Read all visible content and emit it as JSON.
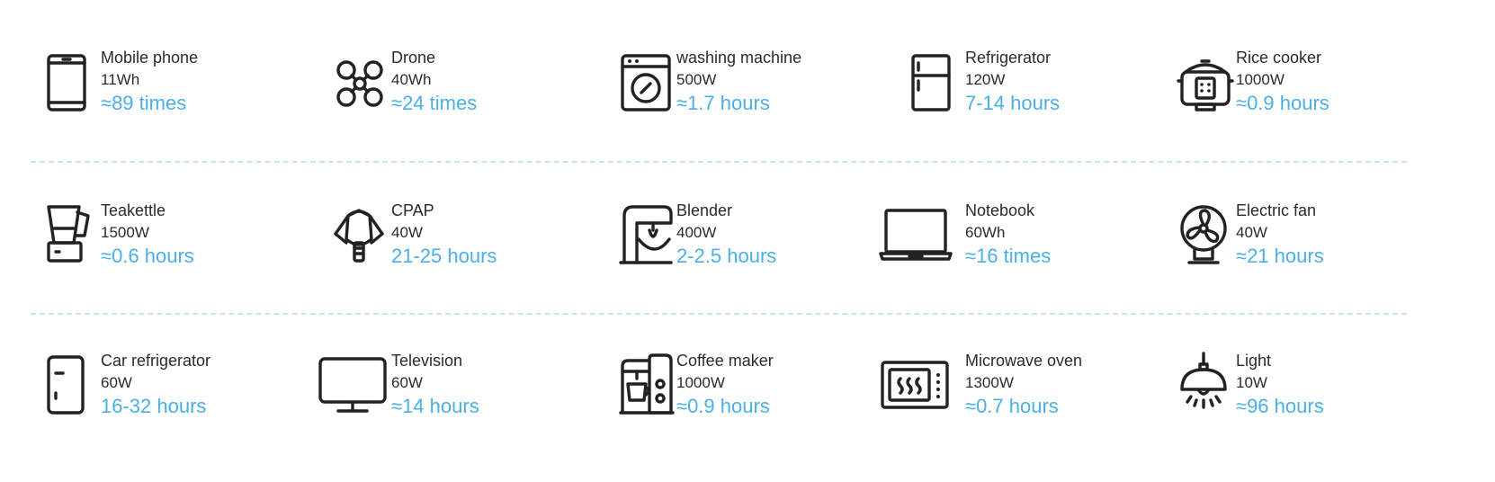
{
  "rows": [
    {
      "items": [
        {
          "name": "Mobile phone",
          "spec": "11Wh",
          "runtime": "≈89 times",
          "icon": "mobile-phone-icon"
        },
        {
          "name": "Drone",
          "spec": "40Wh",
          "runtime": "≈24 times",
          "icon": "drone-icon"
        },
        {
          "name": "washing machine",
          "spec": "500W",
          "runtime": "≈1.7 hours",
          "icon": "washing-machine-icon"
        },
        {
          "name": "Refrigerator",
          "spec": "120W",
          "runtime": "7-14 hours",
          "icon": "refrigerator-icon"
        },
        {
          "name": "Rice cooker",
          "spec": "1000W",
          "runtime": "≈0.9 hours",
          "icon": "rice-cooker-icon"
        }
      ]
    },
    {
      "items": [
        {
          "name": "Teakettle",
          "spec": "1500W",
          "runtime": "≈0.6 hours",
          "icon": "teakettle-icon"
        },
        {
          "name": "CPAP",
          "spec": "40W",
          "runtime": "21-25 hours",
          "icon": "cpap-mask-icon"
        },
        {
          "name": "Blender",
          "spec": "400W",
          "runtime": "2-2.5 hours",
          "icon": "stand-mixer-icon"
        },
        {
          "name": "Notebook",
          "spec": "60Wh",
          "runtime": "≈16 times",
          "icon": "laptop-icon"
        },
        {
          "name": "Electric fan",
          "spec": "40W",
          "runtime": "≈21 hours",
          "icon": "electric-fan-icon"
        }
      ]
    },
    {
      "items": [
        {
          "name": "Car refrigerator",
          "spec": "60W",
          "runtime": "16-32 hours",
          "icon": "car-refrigerator-icon"
        },
        {
          "name": "Television",
          "spec": "60W",
          "runtime": "≈14 hours",
          "icon": "television-icon"
        },
        {
          "name": "Coffee maker",
          "spec": "1000W",
          "runtime": "≈0.9 hours",
          "icon": "coffee-maker-icon"
        },
        {
          "name": "Microwave oven",
          "spec": "1300W",
          "runtime": "≈0.7 hours",
          "icon": "microwave-oven-icon"
        },
        {
          "name": "Light",
          "spec": "10W",
          "runtime": "≈96 hours",
          "icon": "pendant-light-icon"
        }
      ]
    }
  ],
  "colors": {
    "runtime_text": "#4ab0e6",
    "label_text": "#2b2b2b",
    "icon_stroke": "#222222",
    "divider": "#c7e4f4"
  }
}
